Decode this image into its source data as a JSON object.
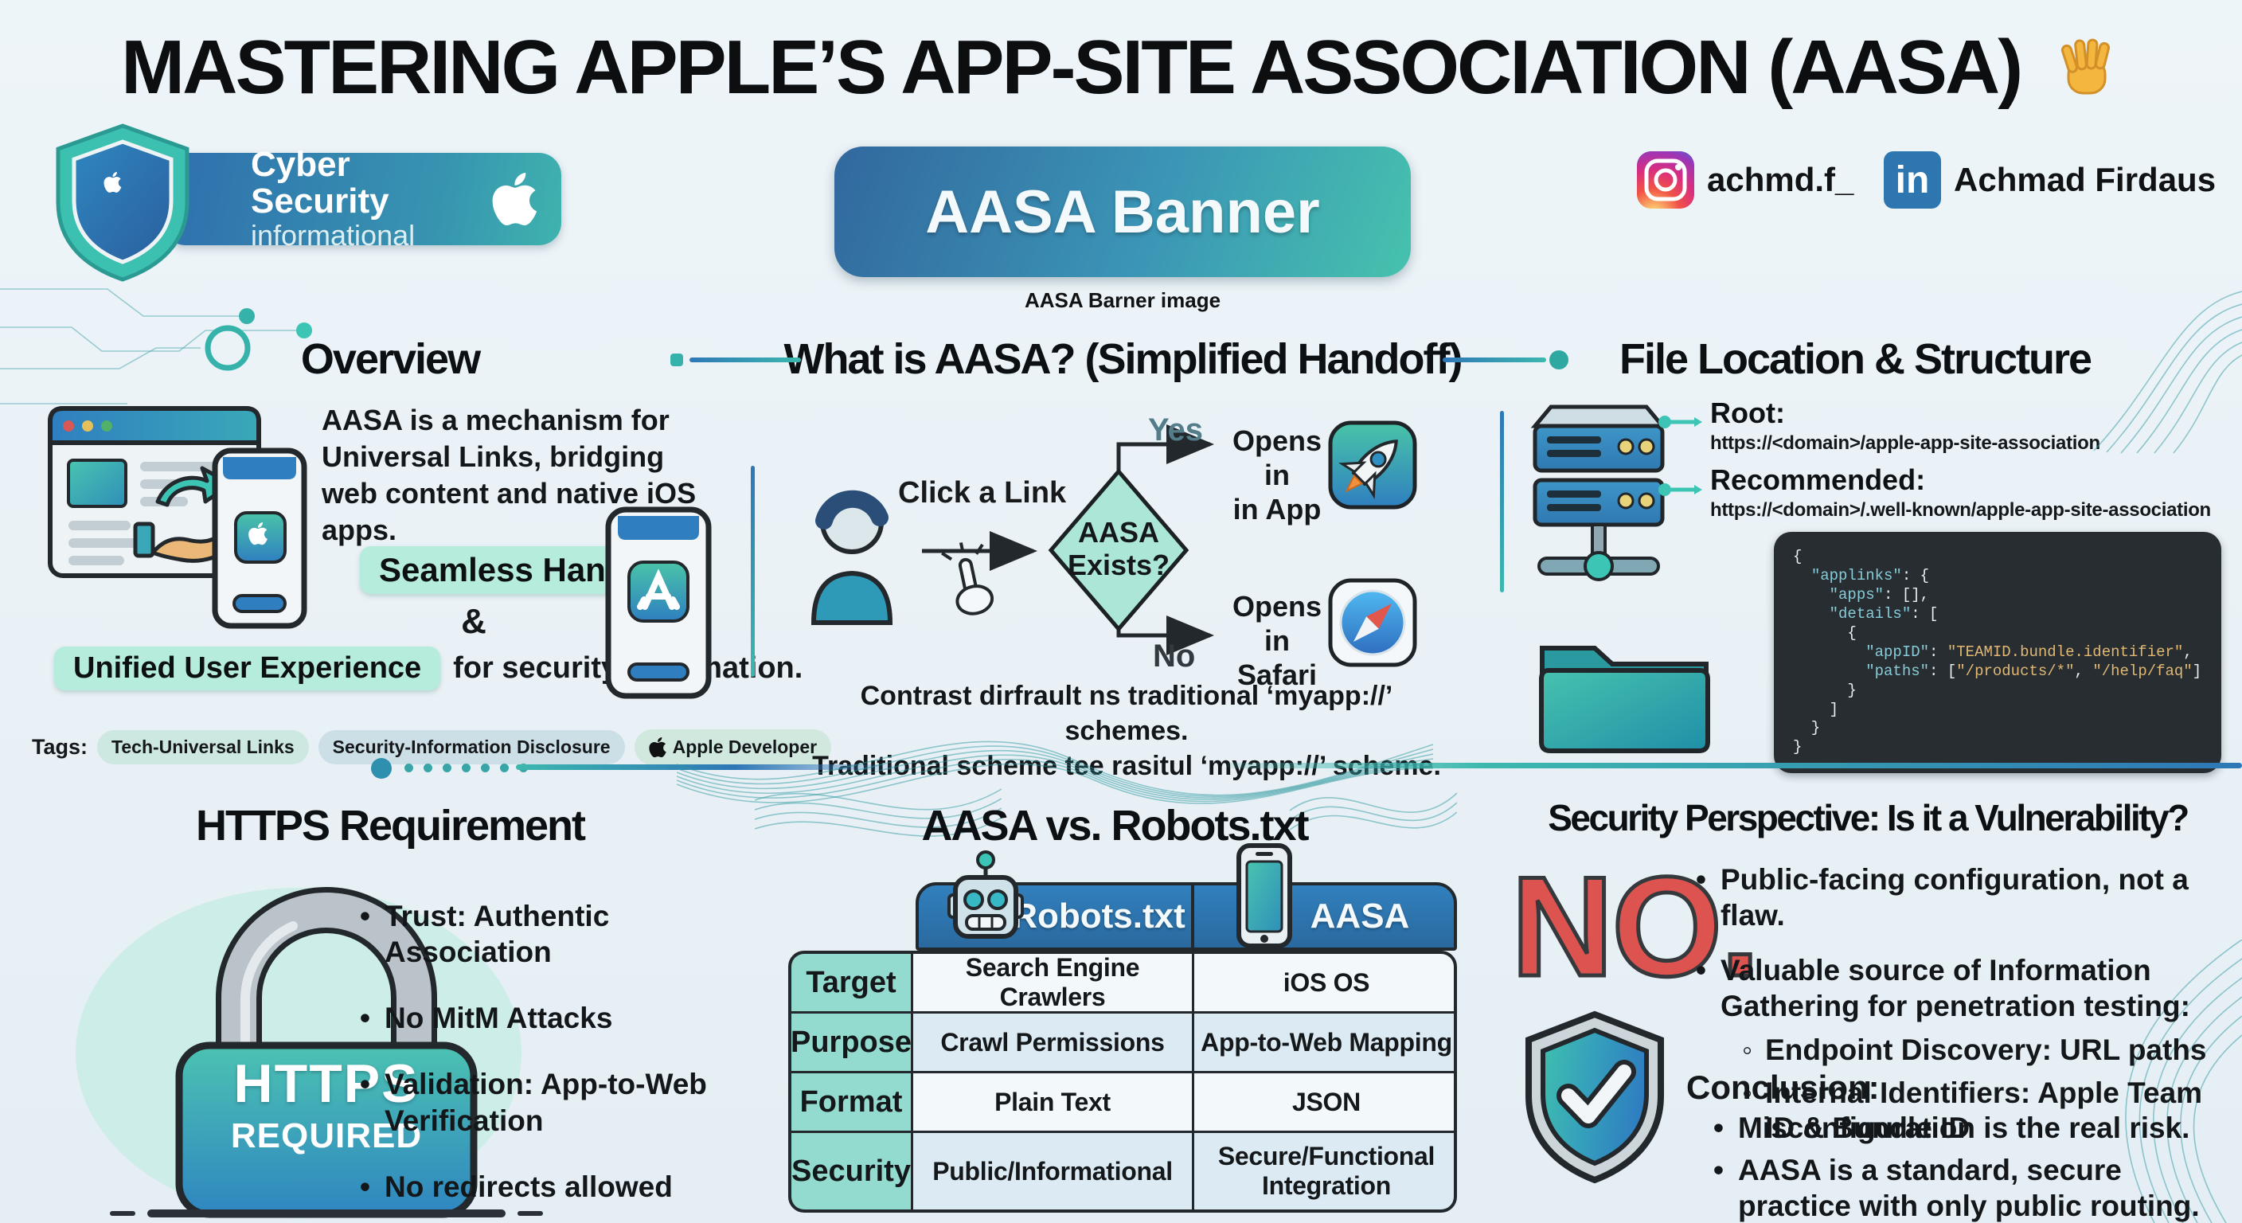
{
  "title": "MASTERING APPLE’S APP-SITE ASSOCIATION (AASA)",
  "title_wave_emoji": "👋",
  "badge": {
    "title": "Cyber Security",
    "subtitle": "informational"
  },
  "banner": {
    "label": "AASA Banner",
    "caption": "AASA Barner image"
  },
  "social": {
    "instagram_handle": "achmd.f_",
    "linkedin_name": "Achmad Firdaus"
  },
  "overview": {
    "heading": "Overview",
    "body": "AASA is a mechanism for Universal Links, bridging web content and native iOS apps.",
    "highlight_1": "Seamless Handoff",
    "ampersand": "&",
    "highlight_2": "Unified User Experience",
    "highlight_2_suffix": "for security-information.",
    "tags_label": "Tags:",
    "tags": [
      "Tech-Universal Links",
      "Security-Information Disclosure",
      "Apple Developer"
    ]
  },
  "handoff": {
    "heading": "What is AASA? (Simplified Handoff)",
    "click_label": "Click a Link",
    "decision": "AASA Exists?",
    "yes_label": "Yes",
    "no_label": "No",
    "yes_result_line1": "Opens in",
    "yes_result_line2": "in App",
    "no_result_line1": "Opens in",
    "no_result_line2": "Safari",
    "caption_line1": "Contrast dirfrault ns traditional ‘myapp://’ schemes.",
    "caption_line2": "Traditional scheme tee rasitul ‘myapp://’ scheme."
  },
  "file_location": {
    "heading": "File Location & Structure",
    "root_label": "Root:",
    "root_url": "https://<domain>/apple-app-site-association",
    "recommended_label": "Recommended:",
    "recommended_url": "https://<domain>/.well-known/apple-app-site-association",
    "code_lines": [
      [
        [
          "pl",
          "{"
        ]
      ],
      [
        [
          "pl",
          "  "
        ],
        [
          "k",
          "\"applinks\""
        ],
        [
          "pl",
          ": {"
        ]
      ],
      [
        [
          "pl",
          "    "
        ],
        [
          "k",
          "\"apps\""
        ],
        [
          "pl",
          ": [],"
        ]
      ],
      [
        [
          "pl",
          "    "
        ],
        [
          "k",
          "\"details\""
        ],
        [
          "pl",
          ": ["
        ]
      ],
      [
        [
          "pl",
          "      {"
        ]
      ],
      [
        [
          "pl",
          "        "
        ],
        [
          "k",
          "\"appID\""
        ],
        [
          "pl",
          ": "
        ],
        [
          "v",
          "\"TEAMID.bundle.identifier\""
        ],
        [
          "pl",
          ","
        ]
      ],
      [
        [
          "pl",
          "        "
        ],
        [
          "k",
          "\"paths\""
        ],
        [
          "pl",
          ": ["
        ],
        [
          "v",
          "\"/products/*\""
        ],
        [
          "pl",
          ", "
        ],
        [
          "v",
          "\"/help/faq\""
        ],
        [
          "pl",
          "]"
        ]
      ],
      [
        [
          "pl",
          "      }"
        ]
      ],
      [
        [
          "pl",
          "    ]"
        ]
      ],
      [
        [
          "pl",
          "  }"
        ]
      ],
      [
        [
          "pl",
          "}"
        ]
      ]
    ]
  },
  "https_req": {
    "heading": "HTTPS Requirement",
    "lock_line1": "HTTPS",
    "lock_line2": "REQUIRED",
    "bullets": [
      {
        "pre": "",
        "bold": "Trust",
        "post": ": Authentic Association"
      },
      {
        "pre": "",
        "bold": "No",
        "post": " MitM Attacks"
      },
      {
        "pre": "",
        "bold": "Validation",
        "post": ": App-to-Web Verification"
      },
      {
        "pre": "",
        "bold": "No redirects allowed",
        "post": ""
      }
    ]
  },
  "comparison": {
    "heading": "AASA vs. Robots.txt",
    "col1_header": "Robots.txt",
    "col2_header": "AASA",
    "rows": [
      {
        "label": "Target",
        "robots": "Search Engine Crawlers",
        "aasa": "iOS OS"
      },
      {
        "label": "Purpose",
        "robots": "Crawl Permissions",
        "aasa": "App-to-Web Mapping"
      },
      {
        "label": "Format",
        "robots": "Plain Text",
        "aasa": "JSON"
      },
      {
        "label": "Security",
        "robots": "Public/Informational",
        "aasa": "Secure/Functional Integration"
      }
    ]
  },
  "security": {
    "heading": "Security Perspective: Is it a Vulnerability?",
    "big_no": "NO.",
    "bullets": [
      {
        "pre": "Public-facing configuration, not a flaw.",
        "bold": "",
        "post": ""
      },
      {
        "pre": "Valuable source of ",
        "bold": "Information Gathering",
        "post": " for penetration testing:"
      }
    ],
    "sub_bullets": [
      {
        "pre": "",
        "bold": "Endpoint Discovery",
        "post": ": URL paths"
      },
      {
        "pre": "",
        "bold": "Internal Identifiers",
        "post": ": Apple Team ID & Bundle ID"
      }
    ],
    "conclusion_label": "Conclusion:",
    "conclusion_bullets": [
      "Misconfiguration is the real risk.",
      "AASA is a standard, secure practice with only public routing."
    ]
  },
  "palette": {
    "background": "#ebf3f8",
    "accent_teal": "#3cb8ae",
    "accent_blue": "#2e77b6",
    "highlight_mint": "#b6ecdc",
    "table_label_bg": "#92dbce",
    "table_header_bg": "#2e77b6",
    "code_bg": "#272d31",
    "code_key": "#87ccd8",
    "code_value": "#e0b873",
    "no_red": "#dd5350"
  }
}
